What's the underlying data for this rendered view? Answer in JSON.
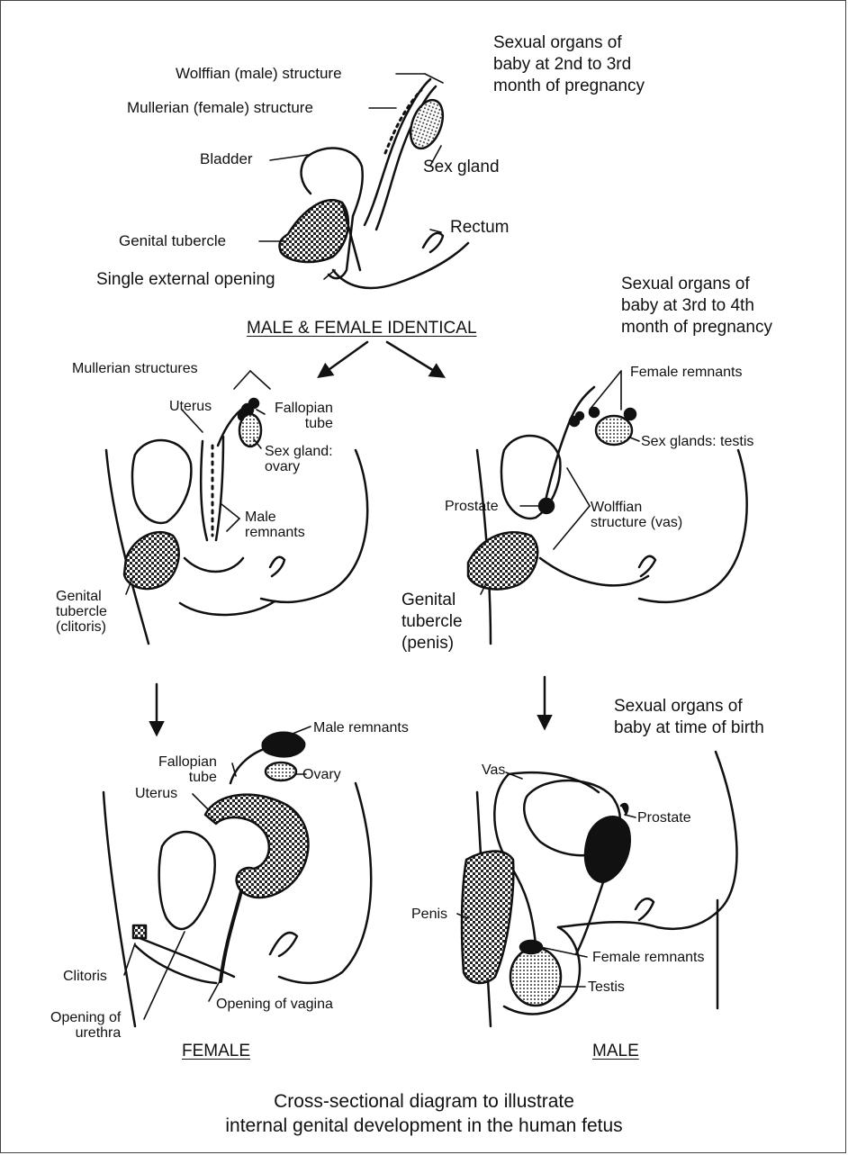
{
  "stage1": {
    "heading": "Sexual organs of\nbaby at 2nd to 3rd\nmonth of pregnancy",
    "wolffian": "Wolffian (male) structure",
    "mullerian": "Mullerian (female) structure",
    "bladder": "Bladder",
    "sex_gland": "Sex gland",
    "rectum": "Rectum",
    "genital_tubercle": "Genital tubercle",
    "single_opening": "Single external opening",
    "identical": "MALE & FEMALE IDENTICAL"
  },
  "stage2_female": {
    "mullerian_structures": "Mullerian structures",
    "uterus": "Uterus",
    "fallopian_tube": "Fallopian\ntube",
    "sex_gland_ovary": "Sex gland:\novary",
    "male_remnants": "Male\nremnants",
    "genital_tubercle": "Genital\ntubercle\n(clitoris)"
  },
  "stage2_male": {
    "heading": "Sexual organs of\nbaby at 3rd to 4th\nmonth of pregnancy",
    "female_remnants": "Female remnants",
    "sex_glands_testis": "Sex glands: testis",
    "prostate": "Prostate",
    "wolffian_vas": "Wolffian\nstructure (vas)",
    "genital_tubercle": "Genital\ntubercle\n(penis)"
  },
  "stage3_female": {
    "male_remnants": "Male remnants",
    "fallopian_tube": "Fallopian\ntube",
    "ovary": "Ovary",
    "uterus": "Uterus",
    "clitoris": "Clitoris",
    "opening_urethra": "Opening of\nurethra",
    "opening_vagina": "Opening of vagina",
    "label": "FEMALE"
  },
  "stage3_male": {
    "heading": "Sexual organs of\nbaby at time of birth",
    "vas": "Vas",
    "prostate": "Prostate",
    "penis": "Penis",
    "female_remnants": "Female remnants",
    "testis": "Testis",
    "label": "MALE"
  },
  "caption": "Cross-sectional diagram to illustrate\ninternal genital development in the human fetus"
}
